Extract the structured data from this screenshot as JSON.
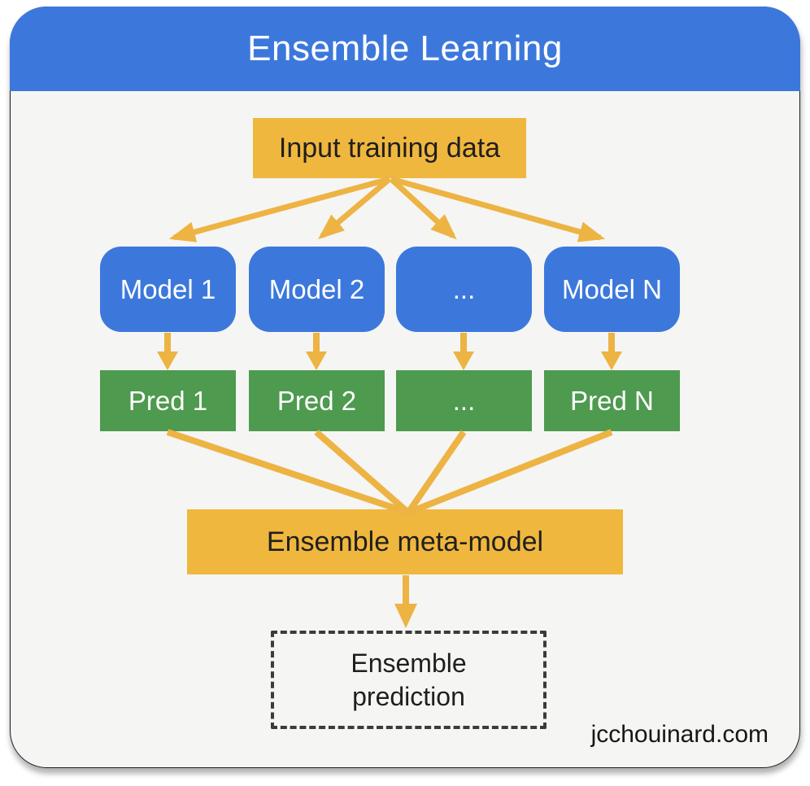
{
  "header": {
    "title": "Ensemble Learning"
  },
  "diagram": {
    "input": {
      "label": "Input training data"
    },
    "models": [
      {
        "label": "Model 1"
      },
      {
        "label": "Model 2"
      },
      {
        "label": "..."
      },
      {
        "label": "Model N"
      }
    ],
    "preds": [
      {
        "label": "Pred 1"
      },
      {
        "label": "Pred 2"
      },
      {
        "label": "..."
      },
      {
        "label": "Pred N"
      }
    ],
    "meta": {
      "label": "Ensemble meta-model"
    },
    "prediction": {
      "label": "Ensemble prediction"
    }
  },
  "footer": {
    "watermark": "jcchouinard.com"
  },
  "colors": {
    "blue": "#3C78DC",
    "yellow": "#F0B73E",
    "green": "#4E9A4F",
    "arrow": "#EDB343",
    "cardbg": "#F5F5F3",
    "ink": "#1F1F1F",
    "lighttext": "#FFFFFF"
  }
}
